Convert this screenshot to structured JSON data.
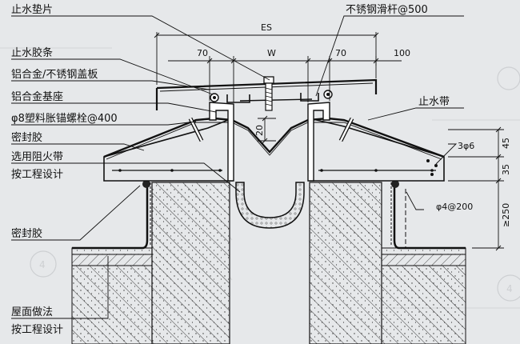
{
  "labels": {
    "waterstop_pad": "止水垫片",
    "waterstop_strip": "止水胶条",
    "cover_plate": "铝合金/不锈钢盖板",
    "base": "铝合金基座",
    "anchor_bolt": "φ8塑料胀锚螺栓@400",
    "sealant_top": "密封胶",
    "fire_belt_1": "选用阻火带",
    "fire_belt_2": "按工程设计",
    "sealant_bottom": "密封胶",
    "roof_1": "屋面做法",
    "roof_2": "按工程设计",
    "slide_bar": "不锈钢滑杆@500",
    "waterstop_belt": "止水带"
  },
  "dimensions": {
    "es": "ES",
    "w": "W",
    "left_70": "70",
    "right_70": "70",
    "right_100": "100",
    "gap_20": "20",
    "bars": "3φ6",
    "h_45": "45",
    "h_35": "35",
    "h_250": "≥250",
    "stirrup": "φ4@200"
  },
  "background_marks": {
    "circle_left": "4",
    "circle_right": "4"
  },
  "colors": {
    "background": "#e6e8ea",
    "line": "#111111",
    "ghost": "#b9bcbf"
  }
}
